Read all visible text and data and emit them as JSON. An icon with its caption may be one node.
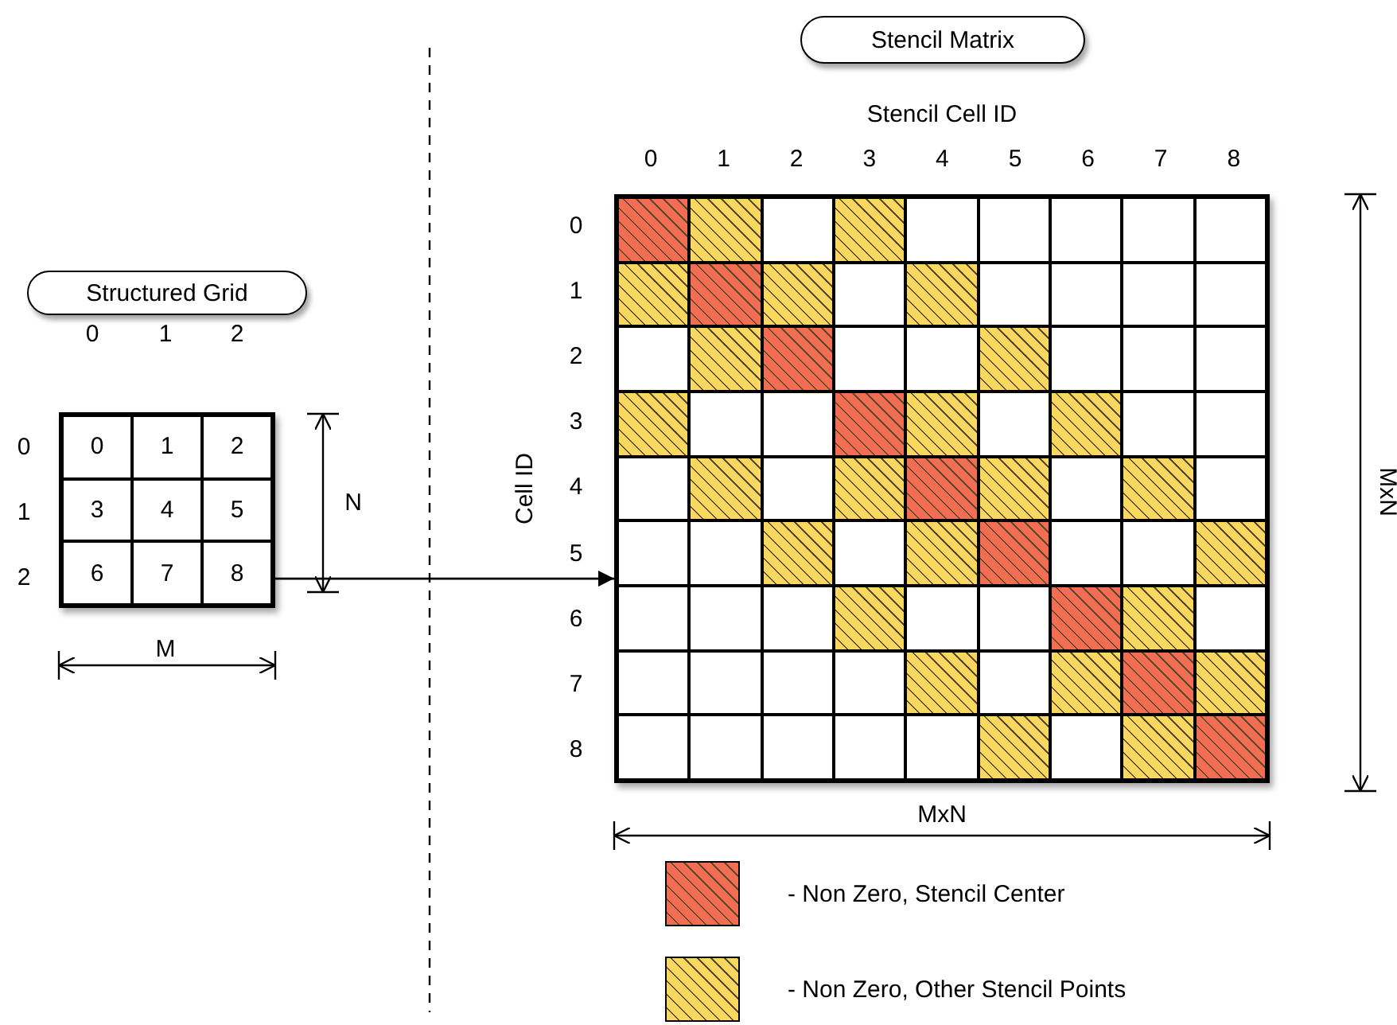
{
  "diagram": {
    "nodes": [
      {
        "text": [
          "Structured Grid"
        ]
      },
      {
        "text": [],
        "shape": "box"
      },
      {
        "text": [
          "0"
        ],
        "in": 1
      },
      {
        "text": [
          "1"
        ],
        "in": 1
      },
      {
        "text": [
          "2"
        ],
        "in": 1
      },
      {
        "text": [
          "3"
        ],
        "in": 1
      },
      {
        "text": [
          "4"
        ],
        "in": 1
      },
      {
        "text": [
          "5"
        ],
        "in": 1
      },
      {
        "text": [
          "6"
        ],
        "in": 1
      },
      {
        "text": [
          "7"
        ],
        "in": 1
      },
      {
        "text": [
          "8"
        ],
        "in": 1
      },
      {
        "text": [
          "Stencil Matrix"
        ]
      },
      {
        "text": [],
        "shape": "box"
      },
      {
        "text": [],
        "shape": "box",
        "in": 12
      },
      {
        "text": [],
        "shape": "box",
        "in": 12
      },
      {
        "text": [],
        "shape": "box",
        "in": 12
      },
      {
        "text": [],
        "shape": "box",
        "in": 12
      },
      {
        "text": [],
        "shape": "box",
        "in": 12
      },
      {
        "text": [],
        "shape": "box",
        "in": 12
      },
      {
        "text": [],
        "shape": "box",
        "in": 12
      },
      {
        "text": [],
        "shape": "box",
        "in": 12
      },
      {
        "text": [],
        "shape": "box",
        "in": 12
      },
      {
        "text": [],
        "shape": "box",
        "in": 12
      },
      {
        "text": [],
        "shape": "box",
        "in": 12
      },
      {
        "text": [],
        "shape": "box",
        "in": 12
      },
      {
        "text": [],
        "shape": "box",
        "in": 12
      },
      {
        "text": [],
        "shape": "box",
        "in": 12
      },
      {
        "text": [],
        "shape": "box",
        "in": 12
      },
      {
        "text": [],
        "shape": "box",
        "in": 12
      },
      {
        "text": [],
        "shape": "box",
        "in": 12
      },
      {
        "text": [],
        "shape": "box",
        "in": 12
      },
      {
        "text": [],
        "shape": "box",
        "in": 12
      },
      {
        "text": [],
        "shape": "box",
        "in": 12
      },
      {
        "text": [],
        "shape": "box",
        "in": 12
      },
      {
        "text": [],
        "shape": "box",
        "in": 12
      },
      {
        "text": [],
        "shape": "box",
        "in": 12
      },
      {
        "text": [],
        "shape": "box",
        "in": 12
      },
      {
        "text": [],
        "shape": "box",
        "in": 12
      },
      {
        "text": [],
        "shape": "box",
        "in": 12
      },
      {
        "text": [],
        "shape": "box",
        "in": 12
      },
      {
        "text": [],
        "shape": "box",
        "in": 12
      },
      {
        "text": [],
        "shape": "box",
        "in": 12
      },
      {
        "text": [],
        "shape": "box",
        "in": 12
      },
      {
        "text": [],
        "shape": "box",
        "in": 12
      },
      {
        "text": [],
        "shape": "box",
        "in": 12
      },
      {
        "text": [],
        "shape": "box",
        "in": 12
      },
      {
        "text": [],
        "shape": "box",
        "in": 12
      },
      {
        "text": [],
        "shape": "box",
        "in": 12
      },
      {
        "text": [],
        "shape": "box",
        "in": 12
      },
      {
        "text": [],
        "shape": "box",
        "in": 12
      },
      {
        "text": [],
        "shape": "box",
        "in": 12
      },
      {
        "text": [],
        "shape": "box",
        "in": 12
      },
      {
        "text": [],
        "shape": "box",
        "in": 12
      },
      {
        "text": [],
        "shape": "box",
        "in": 12
      },
      {
        "text": [],
        "shape": "box",
        "in": 12
      },
      {
        "text": [],
        "shape": "box",
        "in": 12
      },
      {
        "text": [],
        "shape": "box",
        "in": 12
      },
      {
        "text": [],
        "shape": "box",
        "in": 12
      },
      {
        "text": [],
        "shape": "box",
        "in": 12
      },
      {
        "text": [],
        "shape": "box",
        "in": 12
      },
      {
        "text": [],
        "shape": "box",
        "in": 12
      },
      {
        "text": [],
        "shape": "box",
        "in": 12
      },
      {
        "text": [],
        "shape": "box",
        "in": 12
      },
      {
        "text": [],
        "shape": "box",
        "in": 12
      },
      {
        "text": [],
        "shape": "box",
        "in": 12
      },
      {
        "text": [],
        "shape": "box",
        "in": 12
      },
      {
        "text": [],
        "shape": "box",
        "in": 12
      },
      {
        "text": [],
        "shape": "box",
        "in": 12
      },
      {
        "text": [],
        "shape": "box",
        "in": 12
      },
      {
        "text": [],
        "shape": "box",
        "in": 12
      },
      {
        "text": [],
        "shape": "box",
        "in": 12
      },
      {
        "text": [],
        "shape": "box",
        "in": 12
      },
      {
        "text": [],
        "shape": "box",
        "in": 12
      },
      {
        "text": [],
        "shape": "box",
        "in": 12
      },
      {
        "text": [],
        "shape": "box",
        "in": 12
      },
      {
        "text": [],
        "shape": "box",
        "in": 12
      },
      {
        "text": [],
        "shape": "box",
        "in": 12
      },
      {
        "text": [],
        "shape": "box",
        "in": 12
      },
      {
        "text": [],
        "shape": "box",
        "in": 12
      },
      {
        "text": [],
        "shape": "box",
        "in": 12
      },
      {
        "text": [],
        "shape": "box",
        "in": 12
      },
      {
        "text": [],
        "shape": "box",
        "in": 12
      },
      {
        "text": [],
        "shape": "box",
        "in": 12
      },
      {
        "text": [],
        "shape": "box",
        "in": 12
      },
      {
        "text": [],
        "shape": "box",
        "in": 12
      },
      {
        "text": [],
        "shape": "box",
        "in": 12
      },
      {
        "text": [],
        "shape": "box",
        "in": 12
      },
      {
        "text": [],
        "shape": "box",
        "in": 12
      },
      {
        "text": [],
        "shape": "box",
        "in": 12
      },
      {
        "text": [],
        "shape": "box",
        "in": 12
      },
      {
        "text": [],
        "shape": "box",
        "in": 12
      },
      {
        "text": [],
        "shape": "box",
        "in": 12
      },
      {
        "text": [],
        "shape": "box",
        "in": 12
      },
      {
        "text": [],
        "shape": "box",
        "in": 12
      }
    ],
    "edges": [
      {
        "from": 1,
        "to": 12,
        "arrow": "to"
      }
    ],
    "labels": [
      "0",
      "1",
      "2",
      "0",
      "1",
      "2",
      "N",
      "M",
      "Stencil Cell ID",
      "0",
      "1",
      "2",
      "3",
      "4",
      "5",
      "6",
      "7",
      "8",
      "Cell ID",
      "0",
      "1",
      "2",
      "3",
      "4",
      "5",
      "6",
      "7",
      "8",
      "MxN",
      "MxN"
    ],
    "legend": [
      {
        "text": "- Non Zero, Stencil Center",
        "color": "#f26d52"
      },
      {
        "text": "- Non Zero, Other Stencil Points",
        "color": "#fad75e"
      }
    ]
  }
}
